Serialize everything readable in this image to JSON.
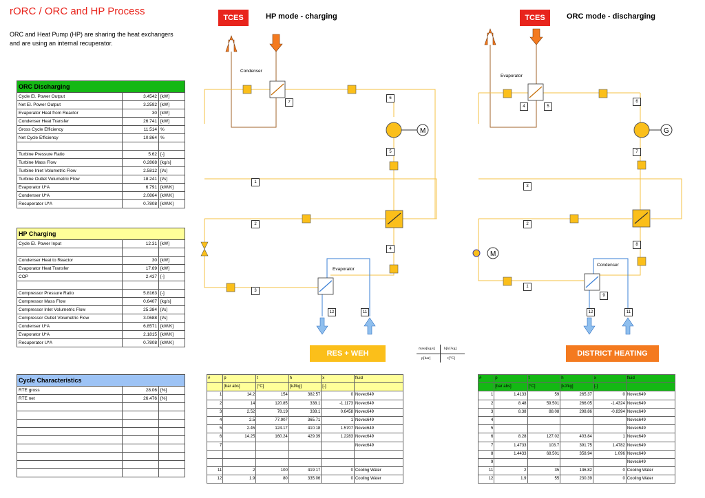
{
  "title": "rORC / ORC and HP Process",
  "intro": [
    "ORC and Heat Pump (HP) are sharing the heat exchangers",
    "and are using an internal recuperator."
  ],
  "orc_table": {
    "title": "ORC Discharging",
    "rows": [
      [
        "Cycle El. Power Output",
        "3.4542",
        "[kW]"
      ],
      [
        "Net El. Power Output",
        "3.2592",
        "[kW]"
      ],
      [
        "Evaporator Heat from Reactor",
        "30",
        "[kW]"
      ],
      [
        "Condenser Heat Transfer",
        "26.741",
        "[kW]"
      ],
      [
        "Gross Cycle Efficiency",
        "11.514",
        "%"
      ],
      [
        "Net Cycle Efficiency",
        "10.864",
        "%"
      ],
      [
        "",
        "",
        ""
      ],
      [
        "Turbine Pressure Ratio",
        "5.62",
        "[-]"
      ],
      [
        "Turbine Mass Flow",
        "0.2868",
        "[kg/s]"
      ],
      [
        "Turbine Inlet Volumetric Flow",
        "2.5812",
        "[l/s]"
      ],
      [
        "Turbine Outlet Volumetric Flow",
        "18.241",
        "[l/s]"
      ],
      [
        "Evaporator U*A",
        "6.791",
        "[kW/K]"
      ],
      [
        "Condenser U*A",
        "2.0864",
        "[kW/K]"
      ],
      [
        "Recuperator U*A",
        "0.7808",
        "[kW/K]"
      ]
    ]
  },
  "hp_table": {
    "title": "HP Charging",
    "rows": [
      [
        "Cycle El. Power Input",
        "12.31",
        "[kW]"
      ],
      [
        "",
        "",
        ""
      ],
      [
        "Condenser Heat to Reactor",
        "30",
        "[kW]"
      ],
      [
        "Evaporator Heat Transfer",
        "17.69",
        "[kW]"
      ],
      [
        "COP",
        "2.437",
        "[-]"
      ],
      [
        "",
        "",
        ""
      ],
      [
        "Compressor Pressure Ratio",
        "5.8163",
        "[-]"
      ],
      [
        "Compressor Mass Flow",
        "0.6407",
        "[kg/s]"
      ],
      [
        "Compressor Inlet Volumetric Flow",
        "25.384",
        "[l/s]"
      ],
      [
        "Compressor Outlet Volumetric Flow",
        "3.0688",
        "[l/s]"
      ],
      [
        "Condenser U*A",
        "6.8571",
        "[kW/K]"
      ],
      [
        "Evaporator U*A",
        "2.1815",
        "[kW/K]"
      ],
      [
        "Recuperator U*A",
        "0.7808",
        "[kW/K]"
      ]
    ]
  },
  "cycle_table": {
    "title": "Cycle Characteristics",
    "rows": [
      [
        "RTE gross",
        "28.06",
        "[%]"
      ],
      [
        "RTE net",
        "26.476",
        "[%]"
      ],
      [
        "",
        "",
        ""
      ],
      [
        "",
        "",
        ""
      ],
      [
        "",
        "",
        ""
      ],
      [
        "",
        "",
        ""
      ],
      [
        "",
        "",
        ""
      ],
      [
        "",
        "",
        ""
      ],
      [
        "",
        "",
        ""
      ],
      [
        "",
        "",
        ""
      ],
      [
        "",
        "",
        ""
      ]
    ]
  },
  "hp_diagram": {
    "tces": "TCES",
    "mode": "HP mode - charging",
    "hx_top": "Condenser",
    "hx_bottom": "Evaporator",
    "banner": "RES + WEH",
    "banner_color": "#fbbf1a",
    "node_labels": {
      "n7": "7",
      "n6": "6",
      "n5": "5",
      "n4": "4",
      "n1": "1",
      "n2": "2",
      "n3": "3",
      "n12": "12",
      "n11": "11"
    }
  },
  "orc_diagram": {
    "tces": "TCES",
    "mode": "ORC mode - discharging",
    "hx_top": "Evaporator",
    "hx_bottom": "Condenser",
    "banner": "DISTRICT HEATING",
    "banner_color": "#f47a1f",
    "node_labels": {
      "n4": "4",
      "n5": "5",
      "n6": "6",
      "n7": "7",
      "n3": "3",
      "n2": "2",
      "n8": "8",
      "n1": "1",
      "n9": "9",
      "n12": "12",
      "n11": "11"
    }
  },
  "legend": {
    "mass": "mass[kg/s]",
    "h": "h[kJ/kg]",
    "p": "p[bar]",
    "t": "t[°C]"
  },
  "state_hp": {
    "headers": [
      "#",
      "p",
      "t",
      "h",
      "x",
      "fluid"
    ],
    "units": [
      "",
      "[bar abs]",
      "[°C]",
      "[kJ/kg]",
      "[-]",
      ""
    ],
    "rows": [
      [
        "1",
        "14.2",
        "154",
        "382.57",
        "0",
        "Novec649"
      ],
      [
        "2",
        "14",
        "120.85",
        "338.1",
        "-1.1173",
        "Novec649"
      ],
      [
        "3",
        "2.52",
        "78.19",
        "338.1",
        "0.6458",
        "Novec649"
      ],
      [
        "4",
        "2.5",
        "77.907",
        "365.71",
        "1",
        "Novec649"
      ],
      [
        "5",
        "2.45",
        "124.17",
        "410.18",
        "1.5707",
        "Novec649"
      ],
      [
        "6",
        "14.25",
        "160.24",
        "429.39",
        "1.2283",
        "Novec649"
      ],
      [
        "7",
        "",
        "",
        "",
        "",
        "Novec649"
      ],
      [
        "",
        "",
        "",
        "",
        "",
        ""
      ],
      [
        "",
        "",
        "",
        "",
        "",
        ""
      ],
      [
        "11",
        "2",
        "100",
        "419.17",
        "0",
        "Cooling Water"
      ],
      [
        "12",
        "1.9",
        "80",
        "335.06",
        "0",
        "Cooling Water"
      ]
    ]
  },
  "state_orc": {
    "headers": [
      "#",
      "p",
      "t",
      "h",
      "x",
      "fluid"
    ],
    "units": [
      "",
      "[bar abs]",
      "[°C]",
      "[kJ/kg]",
      "[-]",
      ""
    ],
    "rows": [
      [
        "1",
        "1.4133",
        "59",
        "265.37",
        "0",
        "Novec649"
      ],
      [
        "2",
        "8.48",
        "59.501",
        "266.05",
        "-1.4324",
        "Novec649"
      ],
      [
        "3",
        "8.38",
        "88.08",
        "298.86",
        "-0.8394",
        "Novec649"
      ],
      [
        "4",
        "",
        "",
        "",
        "",
        "Novec649"
      ],
      [
        "5",
        "",
        "",
        "",
        "",
        "Novec649"
      ],
      [
        "6",
        "8.28",
        "127.02",
        "403.84",
        "1",
        "Novec649"
      ],
      [
        "7",
        "1.4733",
        "103.7",
        "391.75",
        "1.4782",
        "Novec649"
      ],
      [
        "8",
        "1.4433",
        "68.501",
        "358.94",
        "1.096",
        "Novec649"
      ],
      [
        "9",
        "",
        "",
        "",
        "",
        "Novec649"
      ],
      [
        "11",
        "2",
        "35",
        "146.82",
        "0",
        "Cooling Water"
      ],
      [
        "12",
        "1.9",
        "55",
        "230.39",
        "0",
        "Cooling Water"
      ]
    ]
  }
}
